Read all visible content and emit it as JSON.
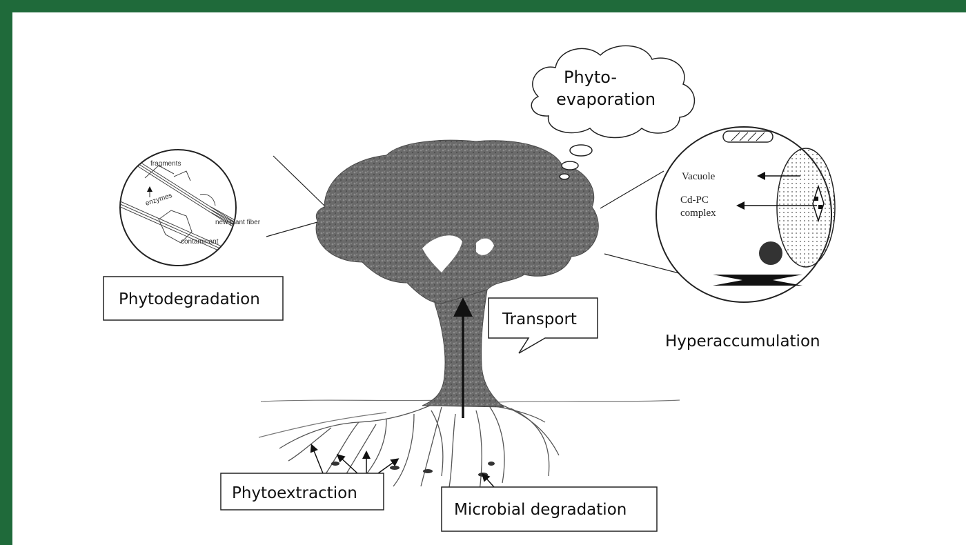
{
  "labels": {
    "phyto_evaporation_line1": "Phyto-",
    "phyto_evaporation_line2": "evaporation",
    "phytodegradation": "Phytodegradation",
    "transport": "Transport",
    "hyperaccumulation": "Hyperaccumulation",
    "phytoextraction": "Phytoextraction",
    "microbial_degradation": "Microbial degradation"
  },
  "left_inset": {
    "fragments": "fragments",
    "enzymes": "enzymes",
    "new_plant_fiber": "new plant fiber",
    "contaminant": "contaminant"
  },
  "right_inset": {
    "vacuole": "Vacuole",
    "cd_pc_line1": "Cd-PC",
    "cd_pc_line2": "complex"
  },
  "colors": {
    "background": "#1f6a3a",
    "panel": "#ffffff",
    "tree": "#6e6e6e",
    "ink": "#111111"
  }
}
